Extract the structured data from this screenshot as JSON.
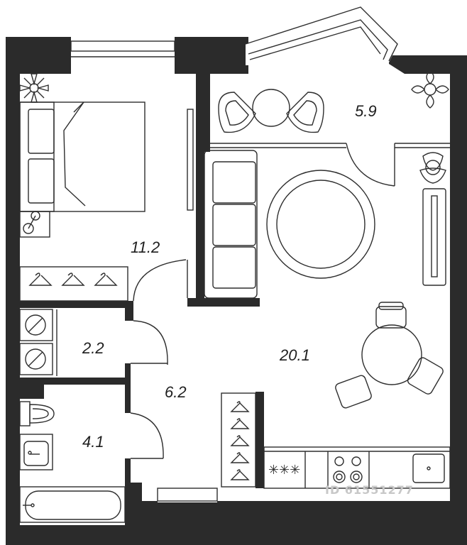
{
  "plan": {
    "wall_color": "#2b2b2b",
    "line_color": "#2e2e2e",
    "background": "#ffffff",
    "rooms": [
      {
        "id": "bedroom",
        "area": "11.2"
      },
      {
        "id": "balcony",
        "area": "5.9"
      },
      {
        "id": "living-kitchen",
        "area": "20.1"
      },
      {
        "id": "laundry",
        "area": "2.2"
      },
      {
        "id": "hallway",
        "area": "6.2"
      },
      {
        "id": "bathroom",
        "area": "4.1"
      }
    ],
    "watermark": "ID 61551277",
    "icons": [
      "bed-icon",
      "plant-icon",
      "hanger-icon",
      "washing-machine-icon",
      "toilet-icon",
      "sink-icon",
      "bathtub-icon",
      "sofa-icon",
      "round-rug-icon",
      "dining-table-icon",
      "chair-icon",
      "stove-icon",
      "wardrobe-icon"
    ]
  }
}
